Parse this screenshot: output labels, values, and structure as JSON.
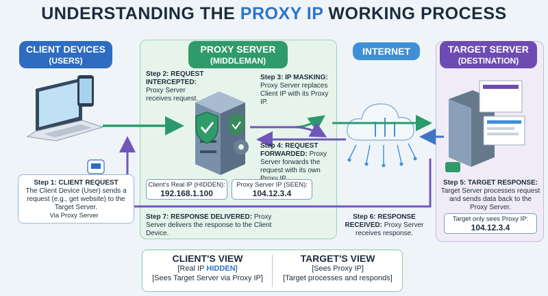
{
  "title": {
    "part1": "UNDERSTANDING THE ",
    "highlight": "PROXY IP",
    "part2": " WORKING PROCESS"
  },
  "headers": {
    "client": {
      "title": "CLIENT DEVICES",
      "sub": "(USERS)"
    },
    "proxy": {
      "title": "PROXY SERVER",
      "sub": "(MIDDLEMAN)"
    },
    "internet": {
      "title": "INTERNET"
    },
    "target": {
      "title": "TARGET SERVER",
      "sub": "(DESTINATION)"
    }
  },
  "steps": {
    "s1": {
      "title": "Step 1: CLIENT REQUEST",
      "body": "The Client Device (User) sends a request (e.g., get website) to the Target Server.",
      "pill": "Via Proxy Server"
    },
    "s2": {
      "title": "Step 2: REQUEST INTERCEPTED:",
      "body": "Proxy Server receives request."
    },
    "s3": {
      "title": "Step 3: IP MASKING:",
      "body": "Proxy Server replaces Client IP with its Proxy IP."
    },
    "s4": {
      "title": "Step 4: REQUEST FORWARDED:",
      "body": "Proxy Server forwards the request with its own Proxy IP."
    },
    "s5": {
      "title": "Step 5: TARGET RESPONSE:",
      "body": "Target Server processes request and sends data back to the Proxy Server.",
      "pill_label": "Target only sees Proxy IP:",
      "pill_value": "104.12.3.4"
    },
    "s6": {
      "title": "Step 6: RESPONSE RECEIVED:",
      "body": "Proxy Server receives response."
    },
    "s7": {
      "title": "Step 7: RESPONSE DELIVERED:",
      "body": "Proxy Server delivers the response to the Client Device."
    }
  },
  "ips": {
    "real_label": "Client's Real IP (HIDDEN):",
    "real_value": "192.168.1.100",
    "proxy_label": "Proxy Server IP (SEEN):",
    "proxy_value": "104.12.3.4"
  },
  "views": {
    "client": {
      "title": "CLIENT'S VIEW",
      "line1_a": "[Real IP ",
      "line1_b": "HIDDEN",
      "line1_c": "]",
      "line2": "[Sees Target Server via Proxy IP]"
    },
    "target": {
      "title": "TARGET'S VIEW",
      "line1": "[Sees Proxy IP]",
      "line2": "[Target processes and responds]"
    }
  },
  "colors": {
    "client": "#2d6cc0",
    "proxy": "#2f9a6a",
    "internet": "#3f8fd6",
    "target": "#6d4bb1",
    "arrow_green": "#2b9a6b",
    "arrow_blue": "#3e76c2",
    "arrow_purple": "#6f56b8"
  }
}
